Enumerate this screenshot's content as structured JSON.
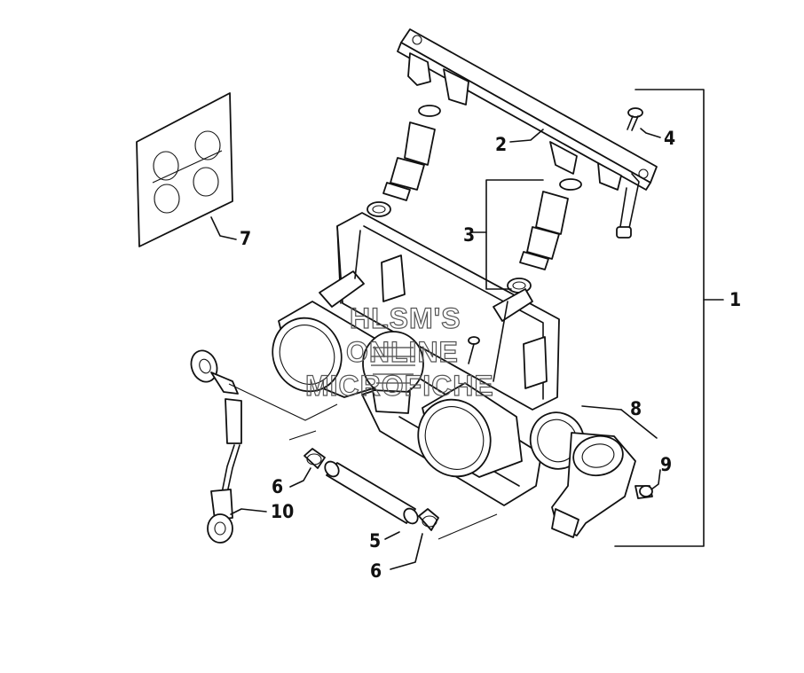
{
  "labels": {
    "1": "1",
    "2": "2",
    "3": "3",
    "4": "4",
    "5": "5",
    "6a": "6",
    "6b": "6",
    "7": "7",
    "8": "8",
    "9": "9",
    "10": "10"
  },
  "watermark": {
    "line1": "HLSM'S",
    "line2": "ONLINE",
    "line3": "MICROFICHE"
  },
  "colors": {
    "ink": "#111111",
    "background": "#ffffff",
    "watermark": "#555555"
  }
}
